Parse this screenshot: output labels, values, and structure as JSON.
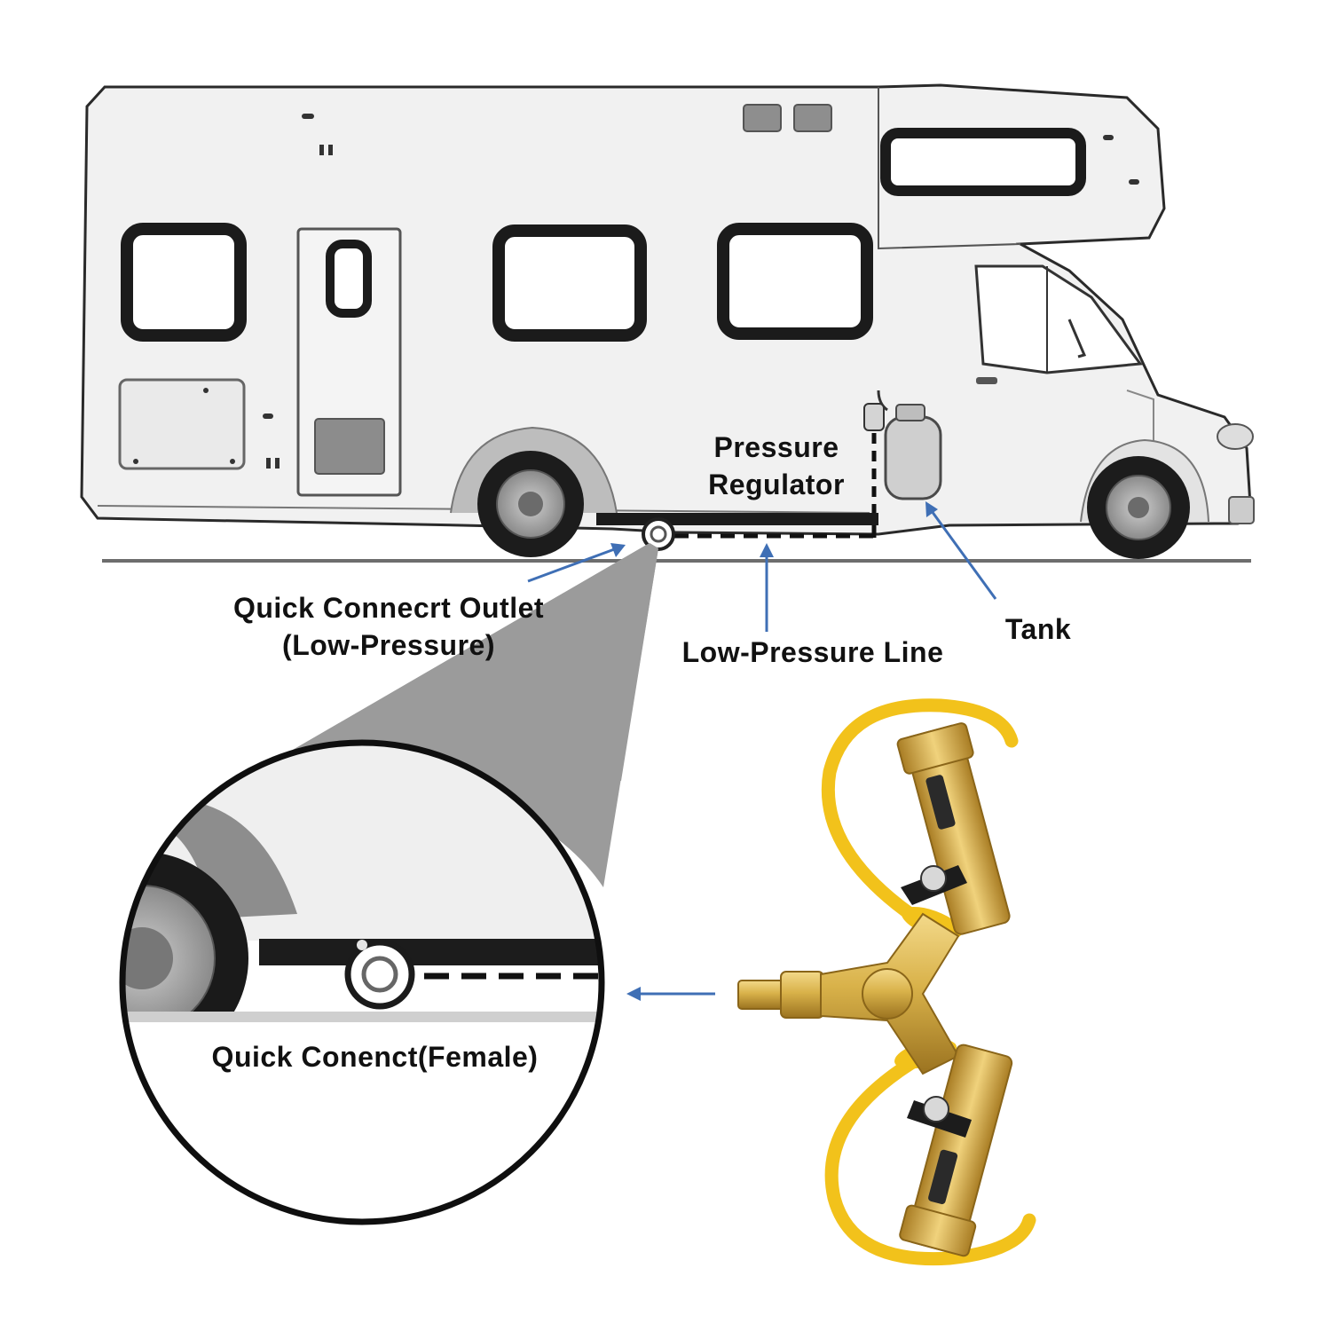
{
  "labels": {
    "pressure_regulator": [
      "Pressure",
      "Regulator"
    ],
    "quick_connect_outlet": [
      "Quick Connecrt Outlet",
      "(Low-Pressure)"
    ],
    "low_pressure_line": "Low-Pressure Line",
    "tank": "Tank",
    "quick_connect_female": "Quick Conenct(Female)"
  },
  "colors": {
    "arrow": "#3f6fb5",
    "brass": "#d9b24a",
    "yellow_cap": "#f2c21b",
    "handle": "#1c1c1c",
    "rv_body": "#f1f1f1",
    "outline": "#222222",
    "cone": "#9b9b9b"
  },
  "icons": {
    "rv": "motorhome-illustration",
    "fitting": "y-splitter-brass-fitting-icon",
    "connector": "quick-connect-socket-icon"
  }
}
